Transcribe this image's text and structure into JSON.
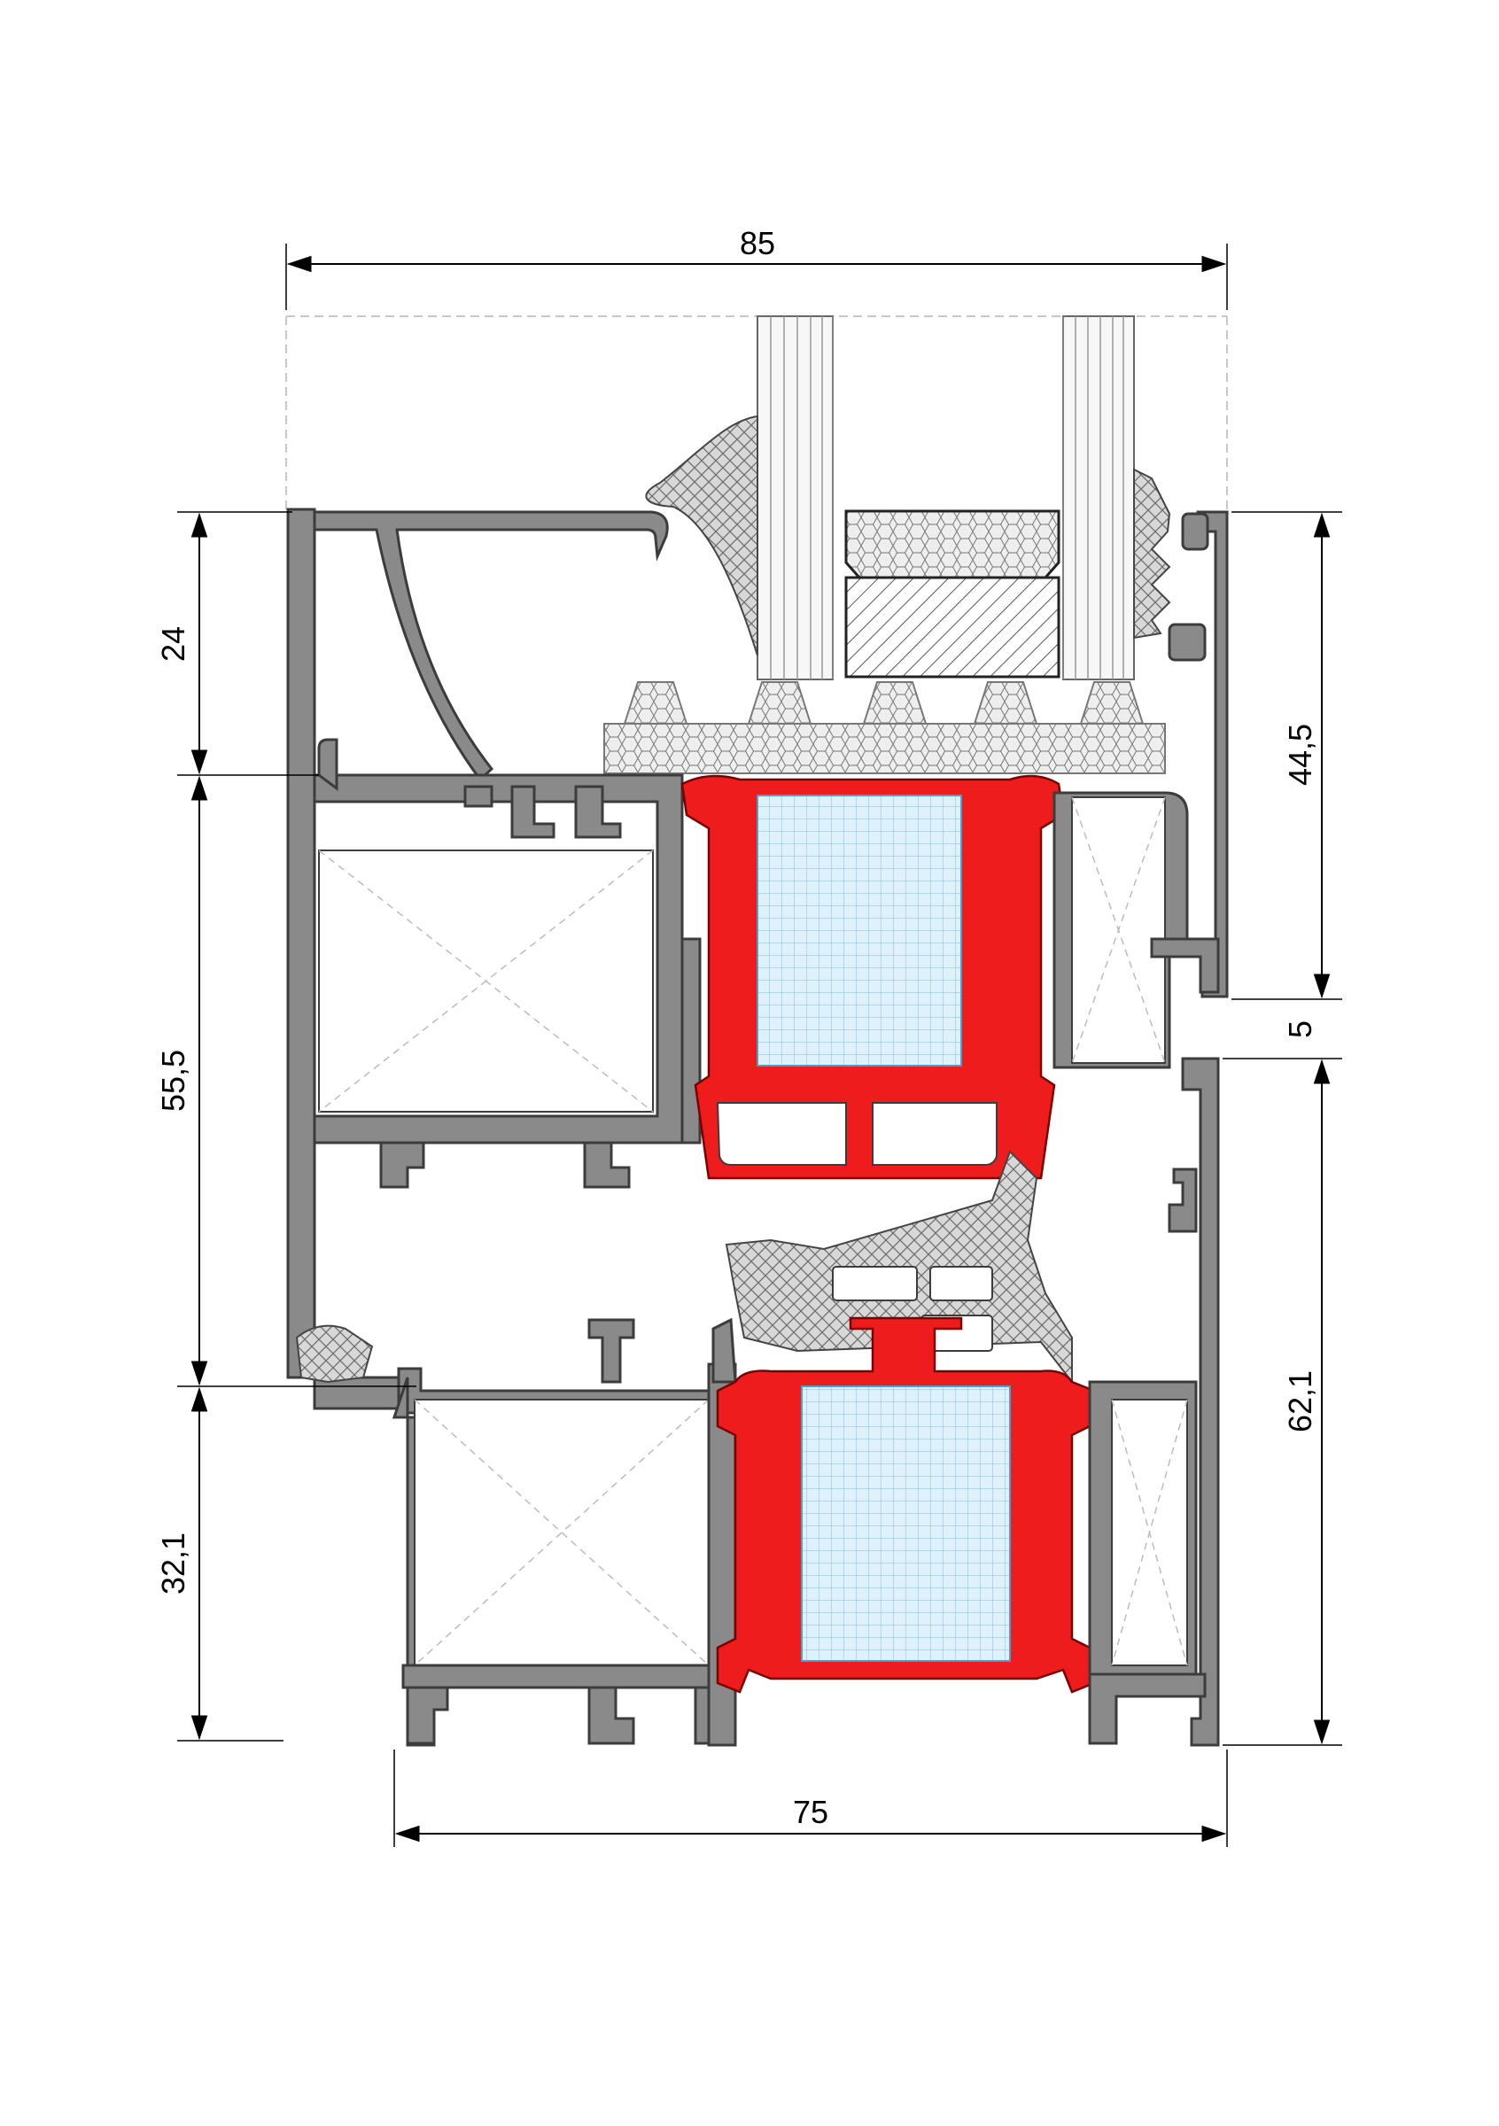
{
  "dimensions": {
    "top_width": "85",
    "bottom_width": "75",
    "left_upper": "24",
    "left_middle": "55,5",
    "left_lower": "32,1",
    "right_upper": "44,5",
    "right_gap": "5",
    "right_lower": "62,1"
  },
  "colors": {
    "aluminium": "#8a8a8a",
    "thermal_break": "#ee1c1c",
    "insulation": "#cfe8f5",
    "gasket": "#dcdcdc"
  }
}
